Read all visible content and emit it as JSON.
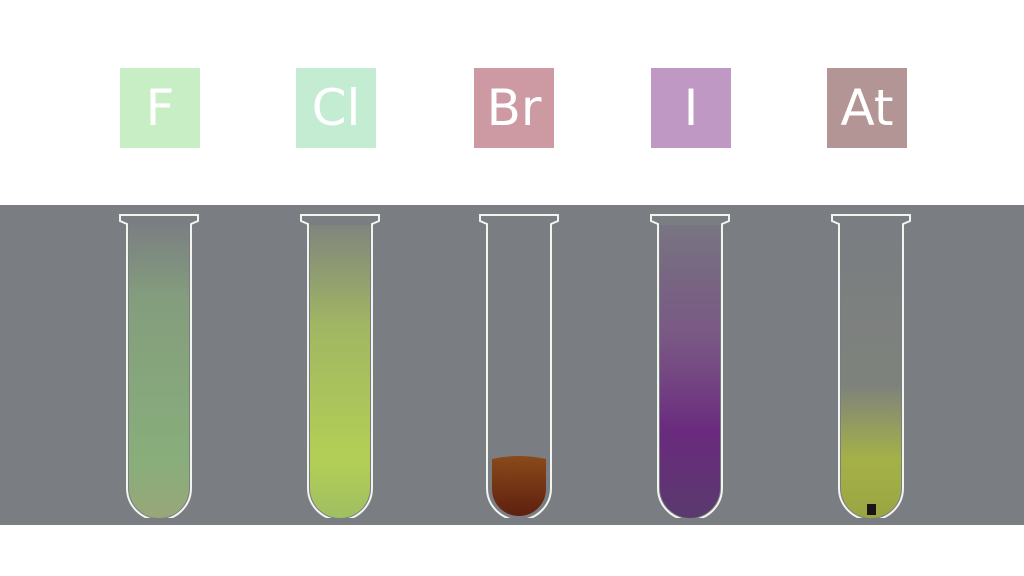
{
  "elements": [
    {
      "id": "fluorine",
      "symbol": "F",
      "tile_color": "#c8eec5"
    },
    {
      "id": "chlorine",
      "symbol": "Cl",
      "tile_color": "#c3ecd3"
    },
    {
      "id": "bromine",
      "symbol": "Br",
      "tile_color": "#cd9aa4"
    },
    {
      "id": "iodine",
      "symbol": "I",
      "tile_color": "#bf98c4"
    },
    {
      "id": "astatine",
      "symbol": "At",
      "tile_color": "#b39596"
    }
  ],
  "colors": {
    "bench": "#7a7d82",
    "glass_outline": "#f2f4f0",
    "fluorine_gas": "#8ab37a",
    "chlorine_gas": "#b3cf55",
    "bromine_liquid": "#6e2a12",
    "iodine_vapor": "#6a2f80",
    "astatine_gas": "#a7b444",
    "astatine_solid": "#1a1412"
  }
}
